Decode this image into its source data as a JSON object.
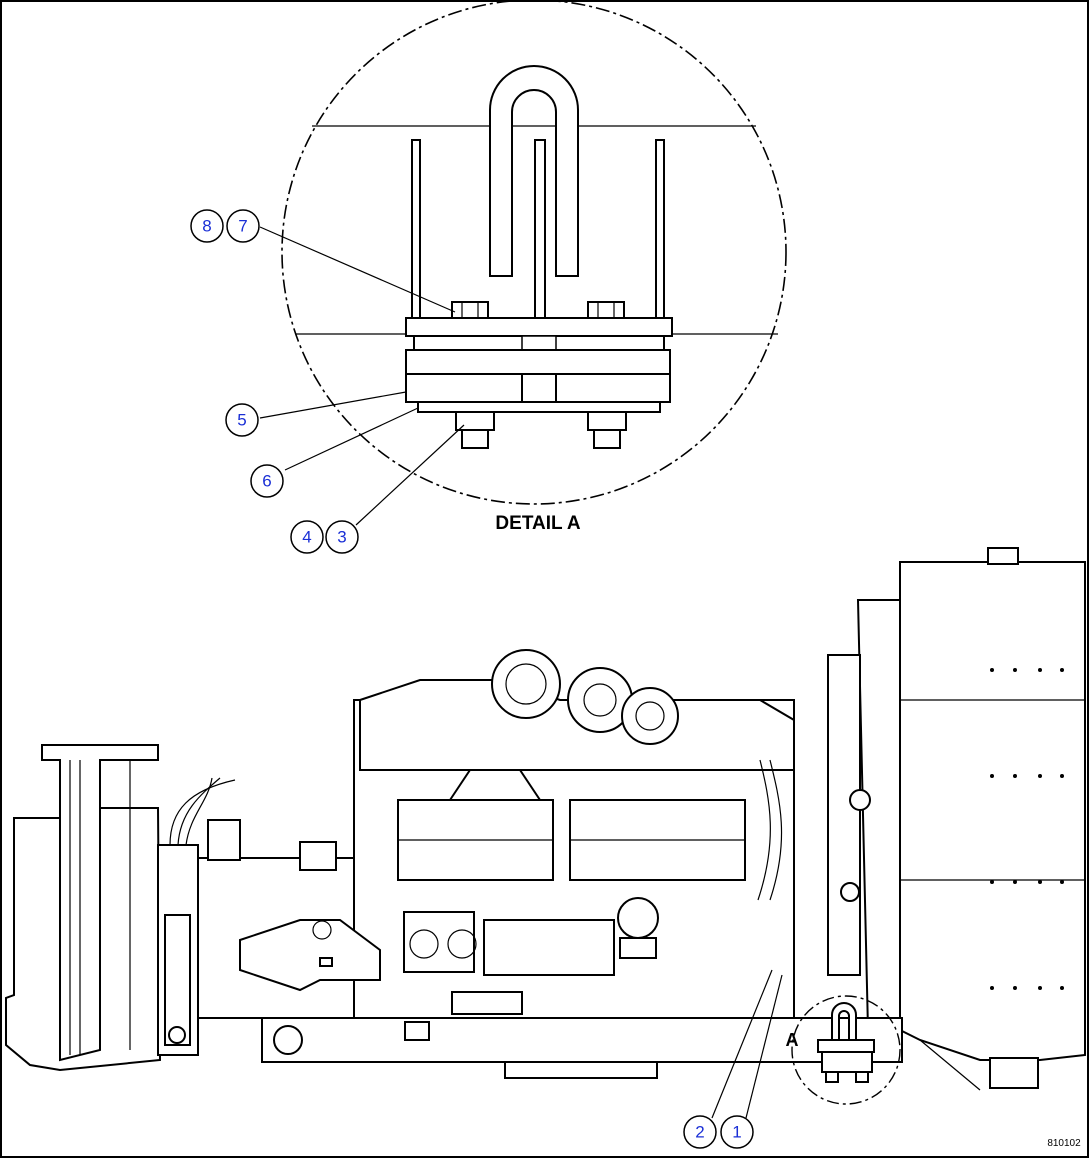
{
  "detail_title": "DETAIL A",
  "detail_marker": "A",
  "drawing_number": "810102",
  "callouts": {
    "c8": "8",
    "c7": "7",
    "c5": "5",
    "c6": "6",
    "c4": "4",
    "c3": "3",
    "c2": "2",
    "c1": "1"
  },
  "colors": {
    "callout_text": "#1a2fd6",
    "line": "#000000",
    "background": "#ffffff"
  }
}
